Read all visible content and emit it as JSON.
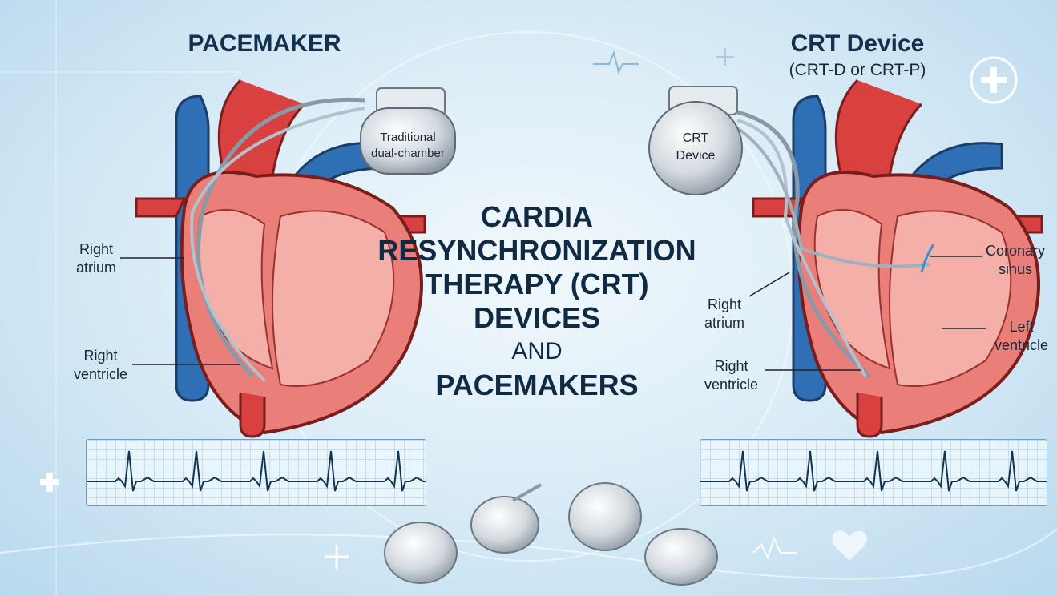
{
  "main_title": {
    "line1": "CARDIA",
    "line2": "RESYNCHRONIZATION",
    "line3": "THERAPY (CRT)",
    "line4": "DEVICES",
    "line5": "AND",
    "line6": "PACEMAKERS"
  },
  "left_panel": {
    "title": "PACEMAKER",
    "device_label_1": "Traditional",
    "device_label_2": "dual-chamber",
    "labels": {
      "right_atrium_1": "Right",
      "right_atrium_2": "atrium",
      "right_ventricle_1": "Right",
      "right_ventricle_2": "ventricle"
    }
  },
  "right_panel": {
    "title": "CRT Device",
    "subtitle": "(CRT-D or CRT-P)",
    "device_label_1": "CRT",
    "device_label_2": "Device",
    "labels": {
      "coronary_sinus_1": "Coronary",
      "coronary_sinus_2": "sinus",
      "right_atrium_1": "Right",
      "right_atrium_2": "atrium",
      "left_ventricle_1": "Left",
      "left_ventricle_2": "ventricle",
      "right_ventricle_1": "Right",
      "right_ventricle_2": "ventricle"
    }
  },
  "colors": {
    "artery": "#d8413f",
    "vein": "#2f6fb6",
    "myocardium": "#e97f78",
    "text": "#13304d",
    "ecg": "#0f3552"
  }
}
